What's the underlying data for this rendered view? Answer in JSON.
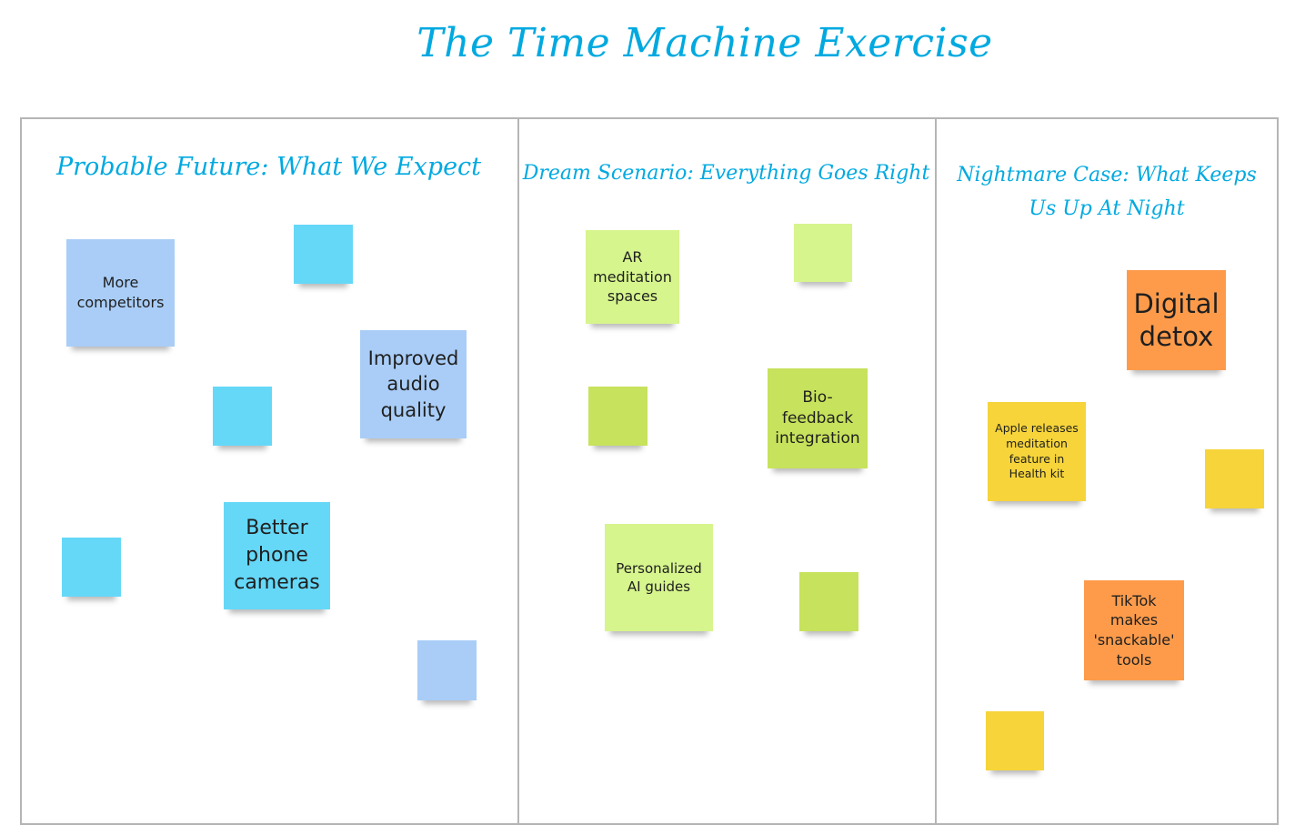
{
  "title": "The Time Machine Exercise",
  "columns": [
    {
      "heading_line1": "Probable Future: What We  Expect",
      "heading_line2": ""
    },
    {
      "heading_line1": "Dream Scenario: Everything Goes Right",
      "heading_line2": ""
    },
    {
      "heading_line1": "Nightmare Case: What Keeps",
      "heading_line2": "Us Up At Night"
    }
  ],
  "stickies": {
    "probable": {
      "more_competitors": "More competitors",
      "improved_audio": "Improved audio quality",
      "better_cameras": "Better phone cameras"
    },
    "dream": {
      "ar_meditation": "AR meditation spaces",
      "biofeedback": "Bio-feedback integration",
      "ai_guides": "Personalized AI guides"
    },
    "nightmare": {
      "digital_detox": "Digital detox",
      "apple_health": "Apple releases meditation feature in Health kit",
      "tiktok": "TikTok makes 'snackable' tools"
    }
  },
  "colors": {
    "accent": "#00a9e0",
    "blue_light": "#a9cdf7",
    "cyan": "#65d8f8",
    "green_light": "#d6f58d",
    "green": "#c7e25c",
    "yellow": "#f6d43a",
    "orange": "#fd9b4b",
    "border": "#b5b5b5"
  }
}
